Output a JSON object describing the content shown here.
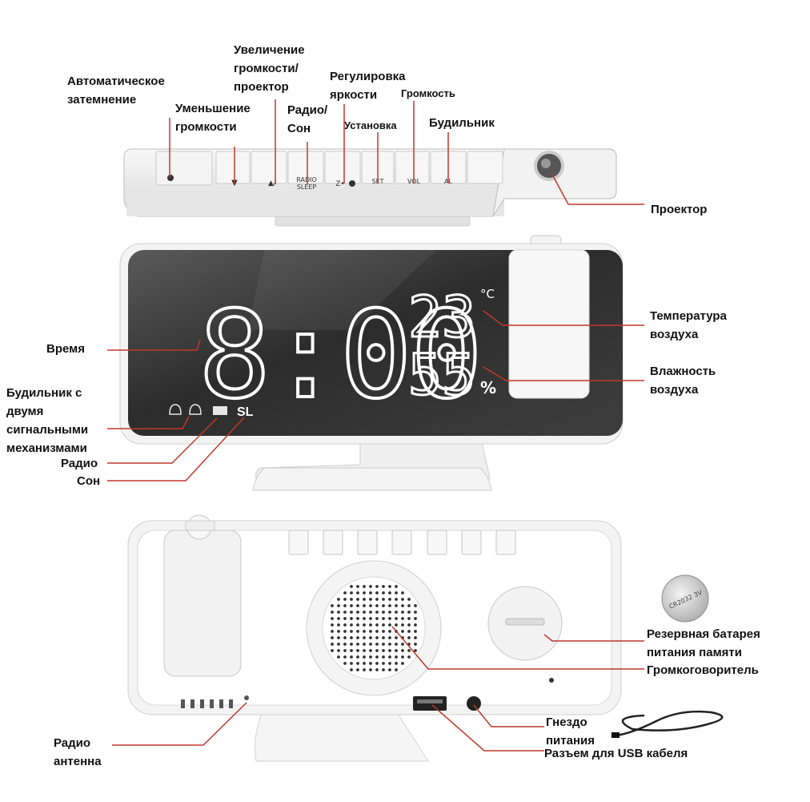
{
  "labels": {
    "auto_dim": "Автоматическое\nзатемнение",
    "vol_down": "Уменьшение\nгромкости",
    "vol_up_projector": "Увеличение\nгромкости/\nпроектор",
    "radio_sleep": "Радио/\nСон",
    "brightness": "Регулировка\nяркости",
    "volume": "Громкость",
    "setting": "Установка",
    "alarm": "Будильник",
    "projector": "Проектор",
    "time": "Время",
    "temperature": "Температура\nвоздуха",
    "humidity": "Влажность\nвоздуха",
    "dual_alarm": "Будильник с\nдвумя\nсигнальными\nмеханизмами",
    "radio": "Радио",
    "sleep": "Сон",
    "backup_battery": "Резервная батарея\nпитания памяти",
    "speaker": "Громкоговоритель",
    "power_jack": "Гнездо\nпитания",
    "usb_port": "Разъем для USB кабеля",
    "radio_antenna": "Радио\nантенна"
  },
  "device_text": {
    "btn_down": "▼",
    "btn_up": "▲/",
    "btn_radio": "RADIO\nSLEEP",
    "btn_brightness": "Z•",
    "btn_set": "SET",
    "btn_vol": "VOL",
    "btn_al": "AL",
    "time_display": "8:00",
    "temp_value": "23",
    "temp_unit": "°C",
    "humidity_value": "55",
    "humidity_unit": "%",
    "sleep_indicator": "SL",
    "battery_text": "CR2032 3V"
  },
  "colors": {
    "leader_line": "#c0392b",
    "display_bg": "#3a3a3a",
    "digits": "#ffffff",
    "body": "#eeeeee"
  }
}
